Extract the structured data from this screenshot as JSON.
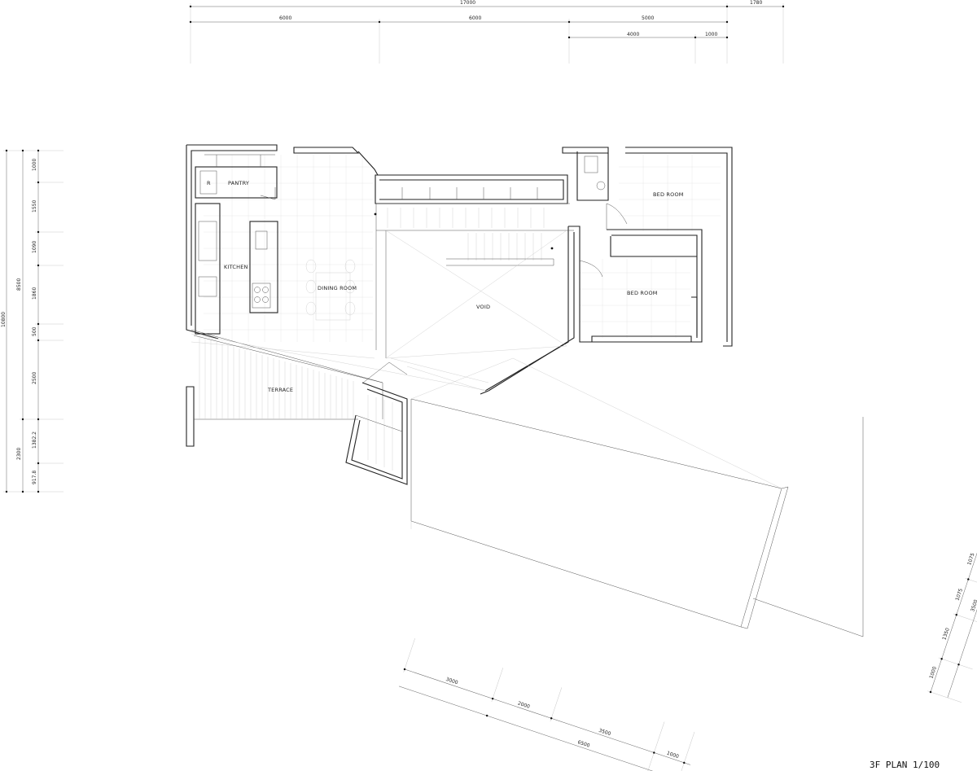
{
  "title": "3F PLAN 1/100",
  "rooms": {
    "pantry": "PANTRY",
    "r": "R",
    "kitchen": "KITCHEN",
    "dining": "DINING ROOM",
    "void": "VOID",
    "bed1": "BED ROOM",
    "bed2": "BED ROOM",
    "terrace": "TERRACE"
  },
  "dims_top": {
    "total": "17000",
    "right_ext": "1780",
    "a": "6000",
    "b": "6000",
    "c": "5000",
    "d": "4000",
    "e": "1000"
  },
  "dims_left": {
    "overall": "10800",
    "upper": "8500",
    "lower": "2300",
    "s1": "1000",
    "s2": "1550",
    "s3": "1090",
    "s4": "1860",
    "s5": "500",
    "s6": "2500",
    "s7": "1382.2",
    "s8": "917.8"
  },
  "dims_bottom": {
    "a": "3000",
    "b": "2000",
    "c": "3500",
    "total": "6500",
    "d": "1000"
  },
  "dims_right": {
    "a": "1075",
    "b": "1075",
    "total": "3500",
    "c": "1350",
    "d": "1000"
  }
}
